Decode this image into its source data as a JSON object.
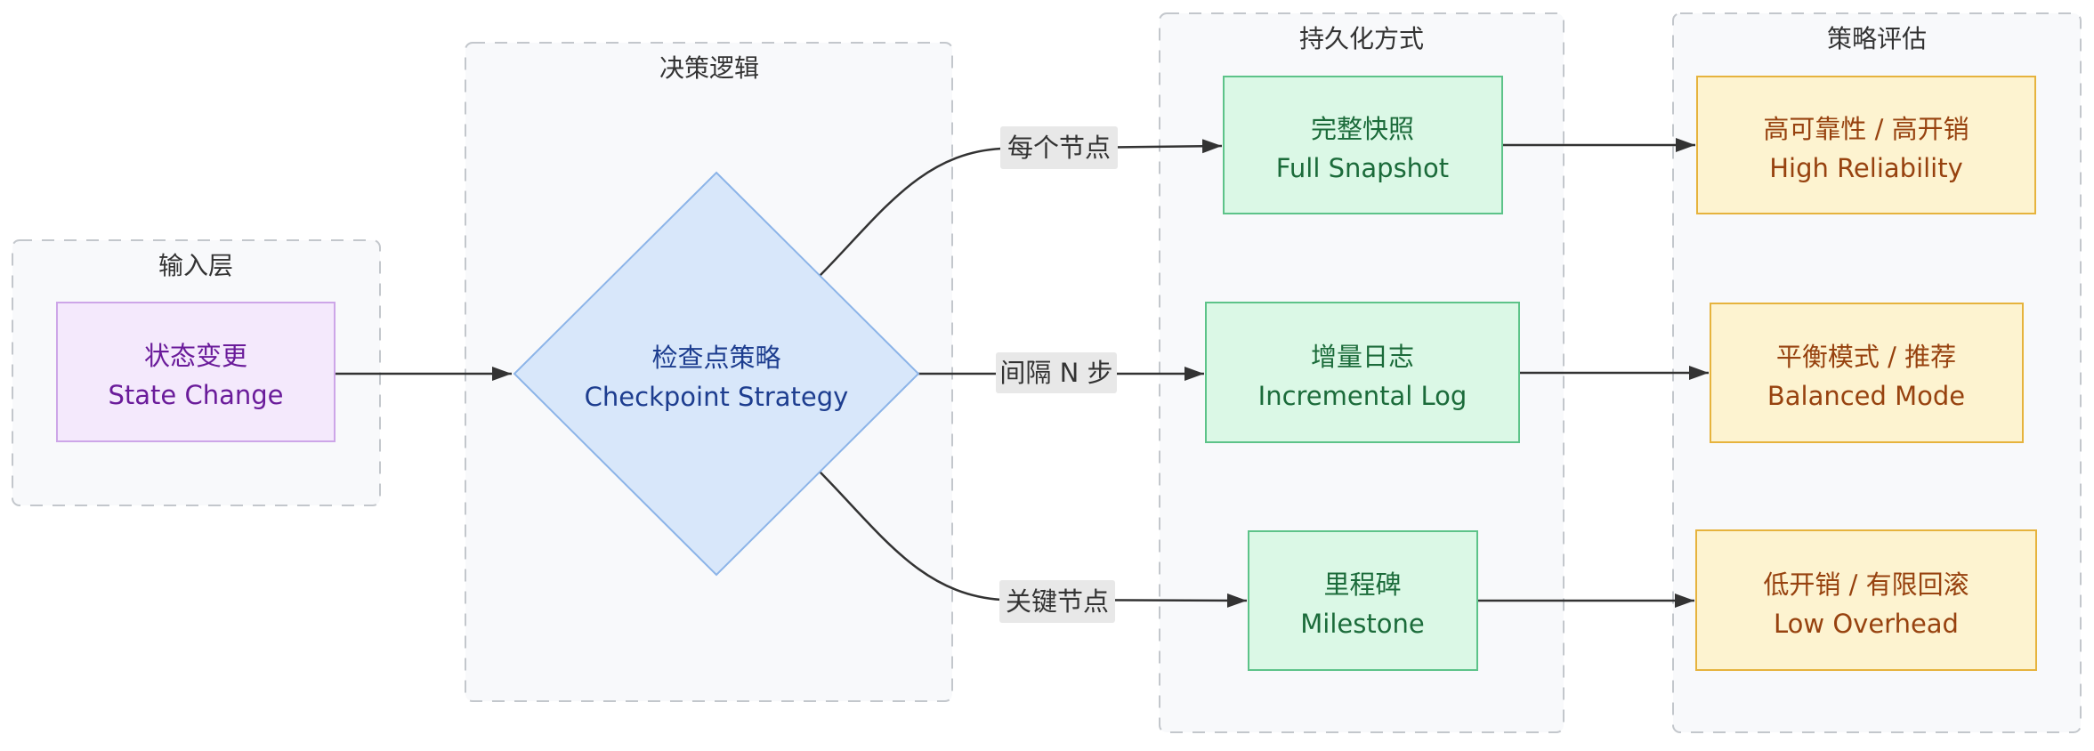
{
  "clusters": {
    "input": {
      "label": "输入层"
    },
    "decision": {
      "label": "决策逻辑"
    },
    "persistence": {
      "label": "持久化方式"
    },
    "evaluation": {
      "label": "策略评估"
    }
  },
  "nodes": {
    "state_change": {
      "zh": "状态变更",
      "en": "State Change"
    },
    "checkpoint_strategy": {
      "zh": "检查点策略",
      "en": "Checkpoint Strategy"
    },
    "full_snapshot": {
      "zh": "完整快照",
      "en": "Full Snapshot"
    },
    "incremental_log": {
      "zh": "增量日志",
      "en": "Incremental Log"
    },
    "milestone": {
      "zh": "里程碑",
      "en": "Milestone"
    },
    "high_reliability": {
      "zh": "高可靠性 / 高开销",
      "en": "High Reliability"
    },
    "balanced_mode": {
      "zh": "平衡模式 / 推荐",
      "en": "Balanced Mode"
    },
    "low_overhead": {
      "zh": "低开销 / 有限回滚",
      "en": "Low Overhead"
    }
  },
  "edges": {
    "every_node": {
      "label": "每个节点"
    },
    "interval_n": {
      "label": "间隔 N 步"
    },
    "key_node": {
      "label": "关键节点"
    }
  },
  "colors": {
    "background": "#ffffff",
    "cluster_fill": "#f8f9fb",
    "cluster_border": "#c3c7cc",
    "cluster_title": "#333333",
    "purple_fill": "#f4e9fc",
    "purple_border": "#cda6e8",
    "purple_text": "#6a1b9a",
    "blue_fill": "#d8e7fa",
    "blue_border": "#8cb4e8",
    "blue_text": "#1d3d8f",
    "green_fill": "#dbf8e6",
    "green_border": "#5dc389",
    "green_text": "#1b6b3a",
    "yellow_fill": "#fdf3d0",
    "yellow_border": "#e6b33d",
    "yellow_text": "#97420f",
    "edge_line": "#333333",
    "edge_label_bg": "#e8e8e8",
    "edge_label_text": "#333333"
  }
}
